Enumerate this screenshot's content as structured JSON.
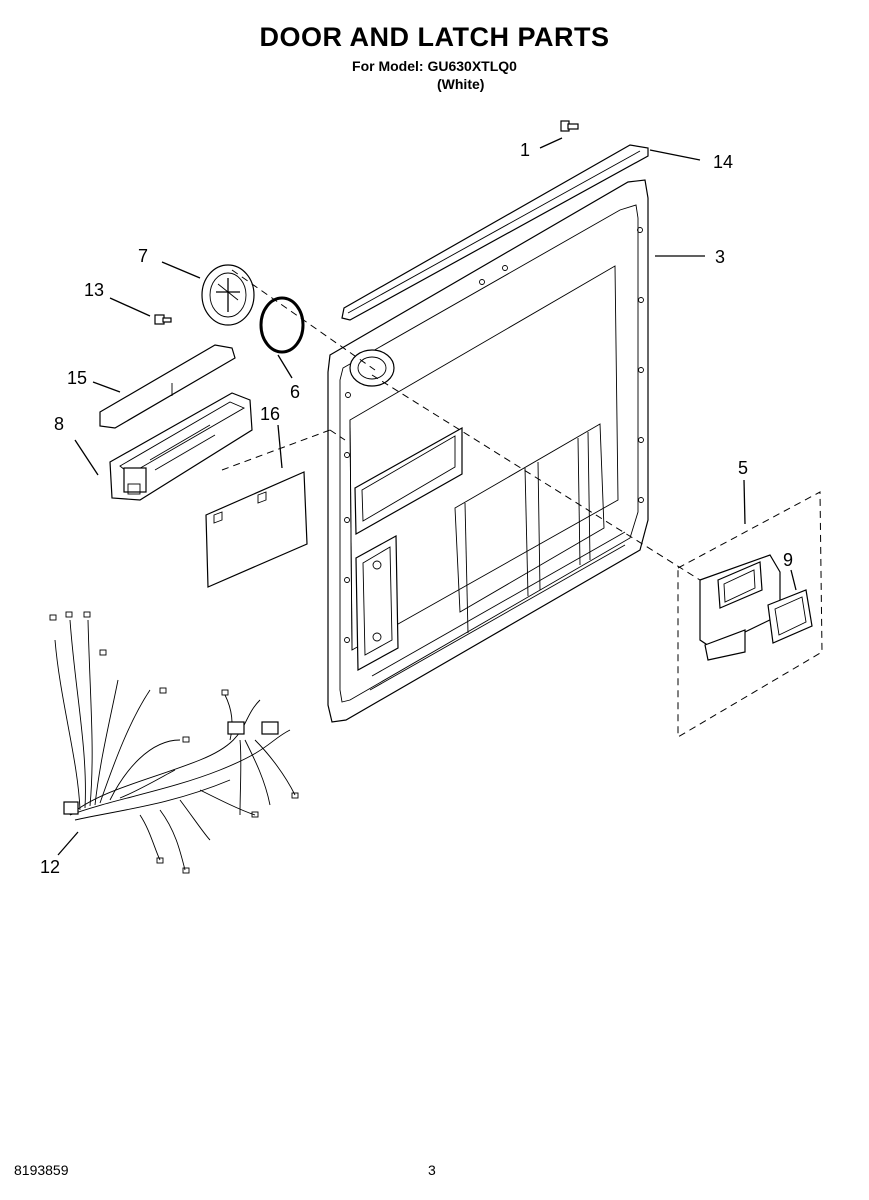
{
  "header": {
    "title": "DOOR AND LATCH PARTS",
    "model_line": "For Model: GU630XTLQ0",
    "color_line": "(White)"
  },
  "callouts": [
    "1",
    "14",
    "3",
    "7",
    "13",
    "6",
    "15",
    "16",
    "8",
    "5",
    "9",
    "12"
  ],
  "footer": {
    "doc_number": "8193859",
    "page_number": "3"
  }
}
